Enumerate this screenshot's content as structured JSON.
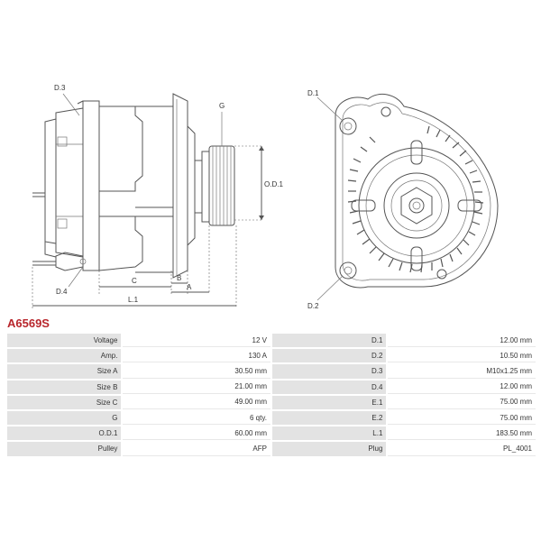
{
  "part_number": "A6569S",
  "drawing_labels": {
    "d3": "D.3",
    "d4": "D.4",
    "g": "G",
    "od1": "O.D.1",
    "c": "C",
    "b": "B",
    "a": "A",
    "l1": "L.1",
    "d1": "D.1",
    "d2": "D.2"
  },
  "specs": [
    {
      "label": "Voltage",
      "value": "12 V",
      "label2": "D.1",
      "value2": "12.00 mm"
    },
    {
      "label": "Amp.",
      "value": "130 A",
      "label2": "D.2",
      "value2": "10.50 mm"
    },
    {
      "label": "Size A",
      "value": "30.50 mm",
      "label2": "D.3",
      "value2": "M10x1.25 mm"
    },
    {
      "label": "Size B",
      "value": "21.00 mm",
      "label2": "D.4",
      "value2": "12.00 mm"
    },
    {
      "label": "Size C",
      "value": "49.00 mm",
      "label2": "E.1",
      "value2": "75.00 mm"
    },
    {
      "label": "G",
      "value": "6 qty.",
      "label2": "E.2",
      "value2": "75.00 mm"
    },
    {
      "label": "O.D.1",
      "value": "60.00 mm",
      "label2": "L.1",
      "value2": "183.50 mm"
    },
    {
      "label": "Pulley",
      "value": "AFP",
      "label2": "Plug",
      "value2": "PL_4001"
    }
  ]
}
